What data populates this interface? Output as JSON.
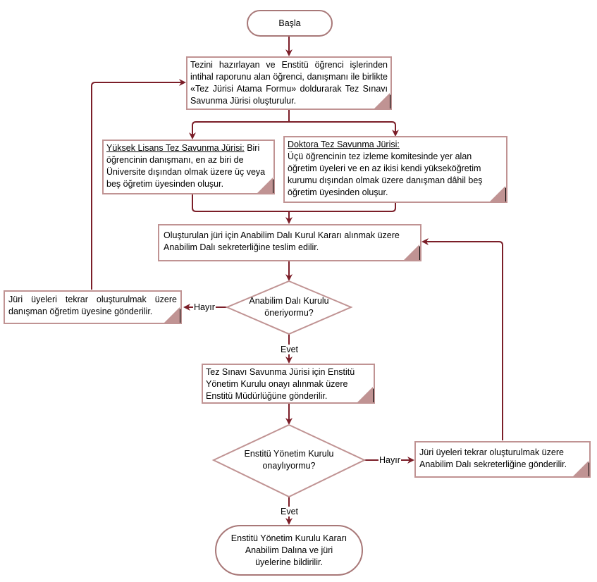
{
  "colors": {
    "connector": "#7b1e28",
    "box_border": "#c09393",
    "terminal_border": "#a87878",
    "corner_fill": "#000000",
    "background": "#ffffff"
  },
  "nodes": {
    "start": {
      "text": "Başla"
    },
    "form": {
      "text": "Tezini hazırlayan ve Enstitü öğrenci işlerinden intihal raporunu alan öğrenci, danışmanı ile birlikte «Tez Jürisi Atama Formu» doldurarak Tez Sınavı Savunma Jürisi oluşturulur."
    },
    "yl_jury": {
      "title": "Yüksek Lisans Tez Savunma Jürisi:",
      "text": "Biri öğrencinin danışmanı, en az biri de Üniversite dışından olmak üzere üç veya beş öğretim üyesinden oluşur."
    },
    "phd_jury": {
      "title": "Doktora Tez Savunma Jürisi:",
      "text": "Üçü öğrencinin tez izleme komitesinde yer alan öğretim üyeleri ve en az ikisi kendi yükseköğretim kurumu dışından olmak üzere danışman dâhil beş öğretim üyesinden oluşur."
    },
    "dept_submit": {
      "text": "Oluşturulan jüri için Anabilim Dalı Kurul Kararı alınmak üzere  Anabilim Dalı sekreterliğine teslim edilir."
    },
    "decision_dept": {
      "text": "Anabilim Dalı Kurulu öneriyormu?"
    },
    "return_advisor": {
      "text": "Jüri üyeleri tekrar oluşturulmak üzere danışman öğretim üyesine gönderilir."
    },
    "institute_submit": {
      "text": "Tez Sınavı Savunma Jürisi için Enstitü Yönetim Kurulu onayı alınmak üzere Enstitü Müdürlüğüne gönderilir."
    },
    "decision_board": {
      "text": "Enstitü Yönetim Kurulu onaylıyormu?"
    },
    "return_dept": {
      "text": "Jüri üyeleri tekrar oluşturulmak üzere Anabilim Dalı sekreterliğine gönderilir."
    },
    "end": {
      "text": "Enstitü Yönetim Kurulu Kararı Anabilim Dalına ve jüri üyelerine bildirilir."
    }
  },
  "edge_labels": {
    "dept_no": "Hayır",
    "dept_yes": "Evet",
    "board_no": "Hayır",
    "board_yes": "Evet"
  }
}
